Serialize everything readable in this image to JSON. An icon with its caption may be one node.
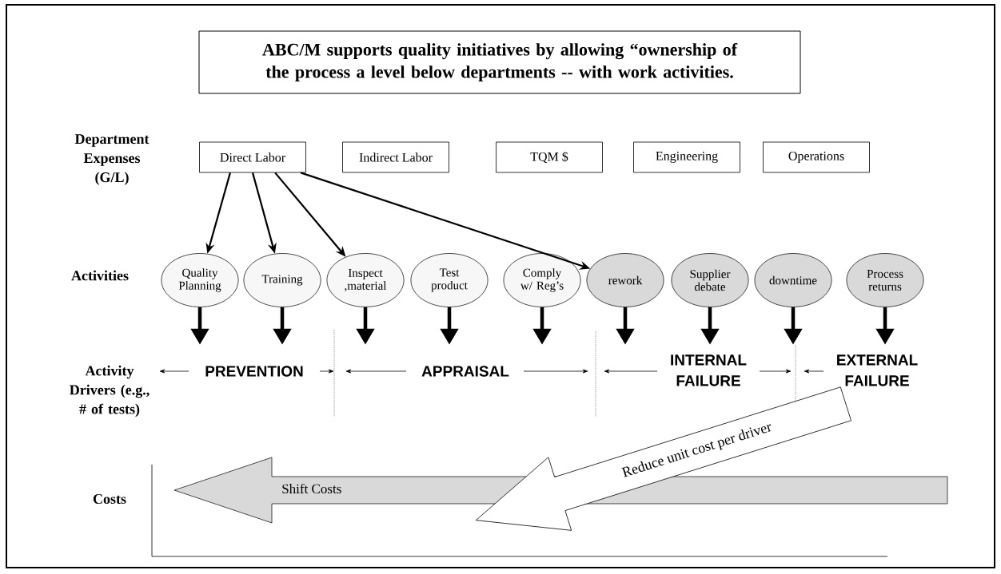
{
  "diagram": {
    "nodes": [
      {
        "text": [
          "ABC/M supports quality initiatives by allowing “ownership of the process a level below departments -- with work activities."
        ]
      },
      {
        "text": [
          "Direct Labor"
        ]
      },
      {
        "text": [
          "Indirect Labor"
        ]
      },
      {
        "text": [
          "TQM $"
        ]
      },
      {
        "text": [
          "Engineering"
        ]
      },
      {
        "text": [
          "Operations"
        ]
      },
      {
        "text": [
          "Quality Planning"
        ]
      },
      {
        "text": [
          "Training"
        ]
      },
      {
        "text": [
          "Inspect ,material"
        ]
      },
      {
        "text": [
          "Test product"
        ]
      },
      {
        "text": [
          "Comply w/ Reg’s"
        ]
      },
      {
        "text": [
          "rework"
        ]
      },
      {
        "text": [
          "Supplier debate"
        ]
      },
      {
        "text": [
          "downtime"
        ]
      },
      {
        "text": [
          "Process returns"
        ]
      },
      {
        "text": [
          "Shift Costs"
        ]
      },
      {
        "text": [
          "Reduce unit cost per driver"
        ]
      }
    ],
    "edges": [
      {
        "from": 1,
        "to": 6,
        "arrow": "to"
      },
      {
        "from": 1,
        "to": 7,
        "arrow": "to"
      },
      {
        "from": 1,
        "to": 8,
        "arrow": "to"
      },
      {
        "from": 1,
        "to": 11,
        "arrow": "to"
      },
      {
        "from": 6,
        "to": null,
        "arrow": "to"
      },
      {
        "from": 7,
        "to": null,
        "arrow": "to"
      },
      {
        "from": 8,
        "to": null,
        "arrow": "to"
      },
      {
        "from": 9,
        "to": null,
        "arrow": "to"
      },
      {
        "from": 10,
        "to": null,
        "arrow": "to"
      },
      {
        "from": 11,
        "to": null,
        "arrow": "to"
      },
      {
        "from": 12,
        "to": null,
        "arrow": "to"
      },
      {
        "from": 13,
        "to": null,
        "arrow": "to"
      },
      {
        "from": 14,
        "to": null,
        "arrow": "to"
      }
    ],
    "labels": [
      "Department Expenses (G/L)",
      "Activities",
      "Activity Drivers (e.g., # of tests)",
      "Costs",
      "PREVENTION",
      "APPRAISAL",
      "INTERNAL FAILURE",
      "EXTERNAL FAILURE"
    ]
  }
}
